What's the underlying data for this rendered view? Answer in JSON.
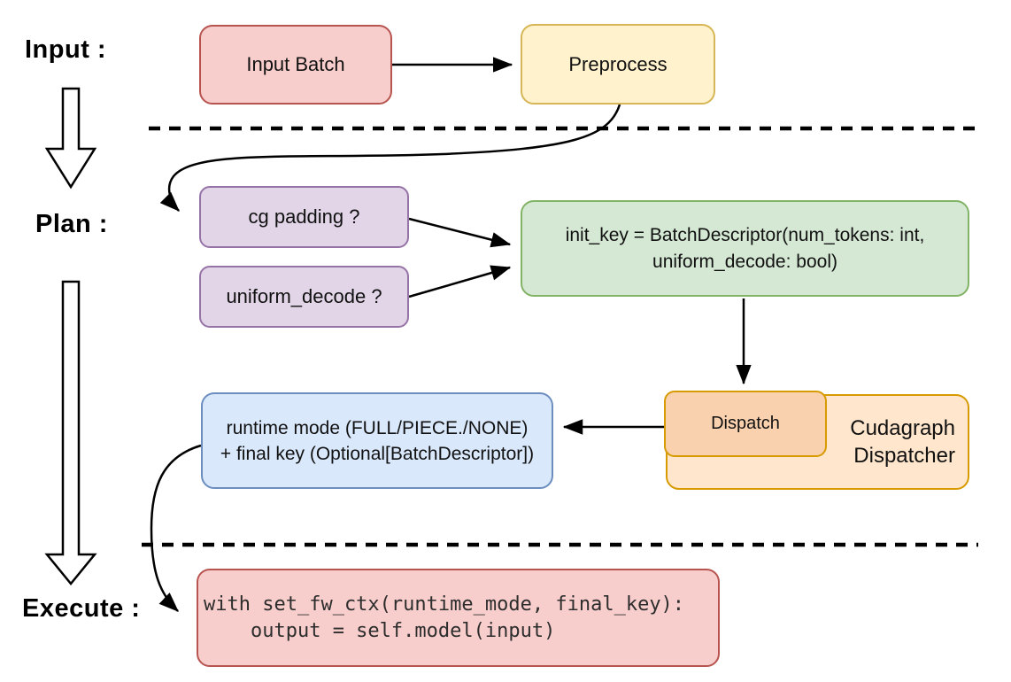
{
  "stage_labels": {
    "input": "Input :",
    "plan": "Plan :",
    "execute": "Execute :"
  },
  "nodes": {
    "input_batch": {
      "label": "Input Batch"
    },
    "preprocess": {
      "label": "Preprocess"
    },
    "cg_padding": {
      "label": "cg padding ?"
    },
    "uniform_decode": {
      "label": "uniform_decode ?"
    },
    "init_key": {
      "line1": "init_key = BatchDescriptor(num_tokens: int,",
      "line2": "uniform_decode: bool)"
    },
    "runtime": {
      "line1": "runtime mode (FULL/PIECE./NONE)",
      "line2": "+ final key (Optional[BatchDescriptor])"
    },
    "dispatch": {
      "label": "Dispatch"
    },
    "dispatcher": {
      "line1": "Cudagraph",
      "line2": "Dispatcher"
    },
    "execute_code": {
      "line1": "with set_fw_ctx(runtime_mode, final_key):",
      "line2": "    output = self.model(input)"
    }
  },
  "colors": {
    "pink_fill": "#f8cecc",
    "pink_border": "#b85450",
    "yellow_fill": "#fff2cc",
    "yellow_border": "#d6b656",
    "purple_fill": "#e1d5e7",
    "purple_border": "#9673a6",
    "green_fill": "#d5e8d4",
    "green_border": "#82b366",
    "blue_fill": "#dae8fc",
    "blue_border": "#6c8ebf",
    "orange_outer_fill": "#ffe6cc",
    "orange_inner_fill": "#fad1ae",
    "orange_border": "#d79b00",
    "connector": "#000000"
  }
}
